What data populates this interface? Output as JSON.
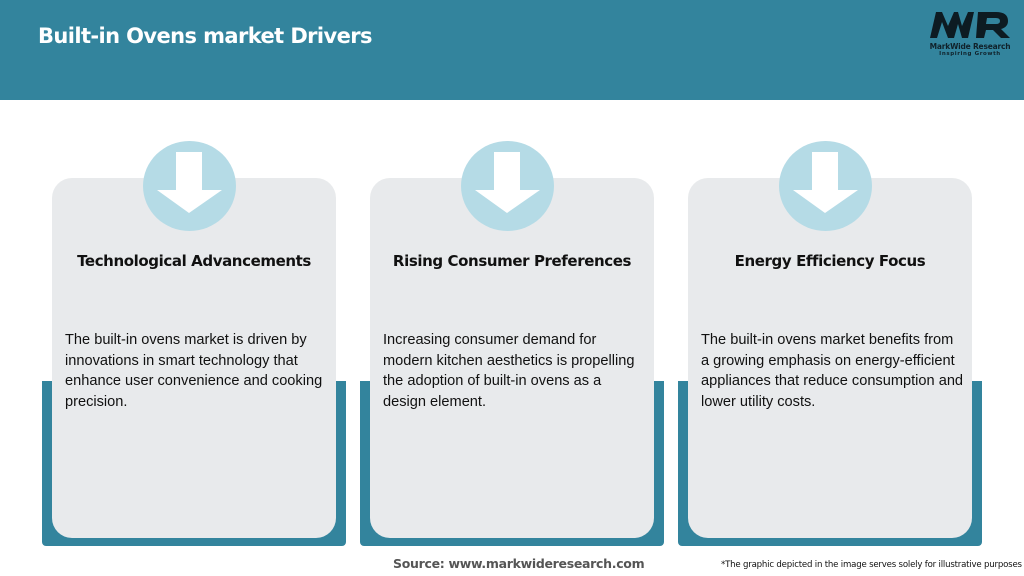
{
  "header": {
    "title": "Built-in Ovens market Drivers",
    "logo": {
      "mark": "MWR",
      "name": "MarkWide Research",
      "tagline": "Inspiring Growth"
    }
  },
  "colors": {
    "brand_teal": "#33849d",
    "card_bg": "#e8eaec",
    "icon_circle": "#b5dbe6"
  },
  "cards": [
    {
      "icon": "arrow-down-icon",
      "title": "Technological Advancements",
      "body": "The built-in ovens market is driven by innovations in smart technology that enhance user convenience and cooking precision."
    },
    {
      "icon": "arrow-down-icon",
      "title": "Rising Consumer Preferences",
      "body": "Increasing consumer demand for modern kitchen aesthetics is propelling the adoption of built-in ovens as a design element."
    },
    {
      "icon": "arrow-down-icon",
      "title": "Energy Efficiency Focus",
      "body": "The built-in ovens market benefits from a growing emphasis on energy-efficient appliances that reduce consumption and lower utility costs."
    }
  ],
  "footer": {
    "source": "Source: www.markwideresearch.com",
    "disclaimer": "*The graphic depicted in the image serves solely for illustrative purposes"
  }
}
